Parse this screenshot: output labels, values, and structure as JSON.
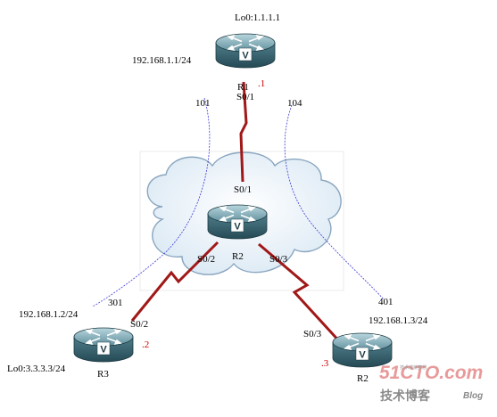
{
  "top_router": {
    "loopback": "Lo0:1.1.1.1",
    "lan": "192.168.1.1/24",
    "name": "R1",
    "interface": "S0/1",
    "host_octet": ".1",
    "dlci": "101"
  },
  "frame_relay_switch": {
    "name": "R2",
    "if_top": "S0/1",
    "if_left": "S0/2",
    "if_right": "S0/3"
  },
  "left_router": {
    "lan": "192.168.1.2/24",
    "loopback": "Lo0:3.3.3.3/24",
    "name": "R3",
    "interface": "S0/2",
    "host_octet": ".2",
    "dlci": "301"
  },
  "right_router": {
    "lan": "192.168.1.3/24",
    "name": "R2",
    "interface": "S0/3",
    "host_octet": ".3",
    "dlci": "401"
  },
  "top_dlci_right": "104",
  "watermark": {
    "site": "51CTO.com",
    "subtitle": "技术博客",
    "blog": "Blog",
    "tagline": "技术成就梦想"
  },
  "colors": {
    "serial_link": "#a01818",
    "pvc_line": "#3a3ad8",
    "cloud_edge": "#8aa6bf",
    "cloud_fill": "#eef5fb",
    "router_body": "#3c6a78"
  }
}
